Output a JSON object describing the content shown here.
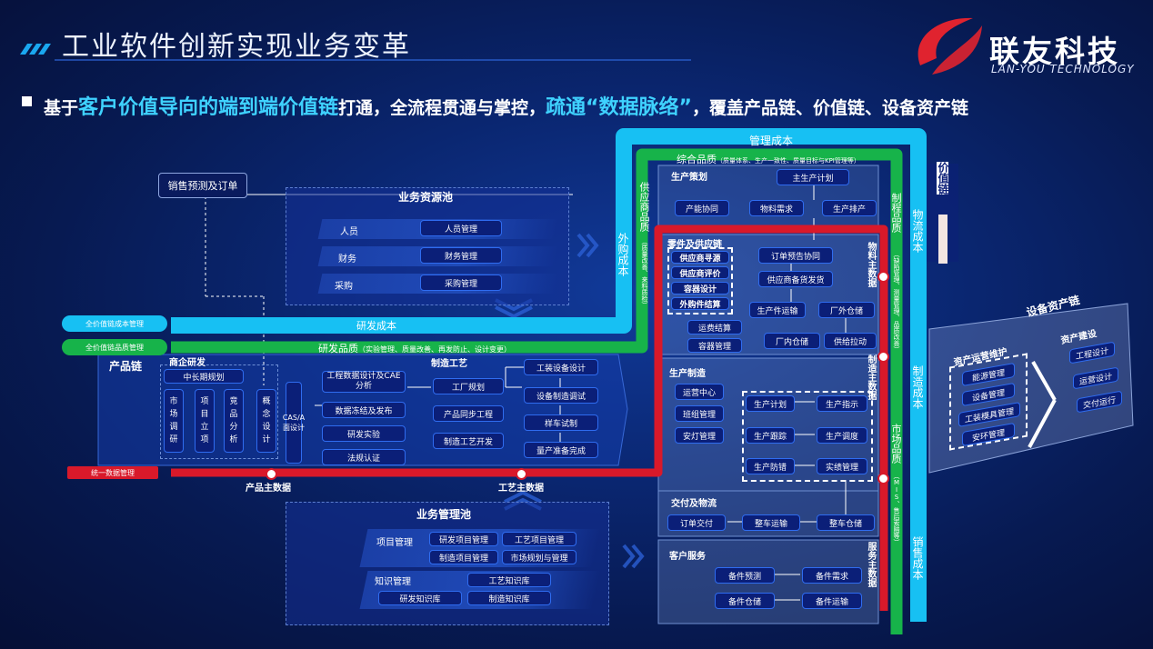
{
  "title": "工业软件创新实现业务变革",
  "logo": {
    "cn": "联友科技",
    "en": "LAN-YOU TECHNOLOGY"
  },
  "subtitle": {
    "p1": "基于",
    "h1": "客户价值导向的端到端价值链",
    "p2": "打通，全流程贯通与掌控，",
    "h2": "疏通“数据脉络”",
    "p3": "，覆盖产品链、价值链、设备资产链"
  },
  "colors": {
    "cyan": "#17c0f3",
    "green": "#17b34a",
    "red": "#d9192a",
    "box": "#0b1f78",
    "accent": "#3fd2ff"
  },
  "lanes": {
    "cost_top": "管理成本",
    "quality_top": "综合品质",
    "quality_top_note": "（质量体系、生产一致性、质量目标与KPI管理等）",
    "rd_cost": "研发成本",
    "rd_quality": "研发品质",
    "rd_quality_note": "（实验管理、质量改善、再发防止、设计变更）",
    "value_cost_pill": "全价值链成本管理",
    "value_quality_pill": "全价值链品质管理",
    "unified_data_pill": "统一数据管理",
    "purchase_cost": "外购成本",
    "supplier_quality": "供应商品质",
    "supplier_quality_note": "（质量改善、来料质检）",
    "process_quality": "制程品质",
    "process_quality_note": "（缺陷管理、测量管理、品质改善）",
    "logistics_cost": "物流成本",
    "manufacturing_cost": "制造成本",
    "market_quality": "市场品质",
    "market_quality_note": "（MIS、售后索赔等）",
    "sales_cost": "销售成本",
    "value_chain": "价值链",
    "product_chain": "产品链",
    "asset_chain": "设备资产链"
  },
  "sales_forecast": "销售预测及订单",
  "resource_pool": {
    "title": "业务资源池",
    "rows": [
      {
        "label": "人员",
        "box": "人员管理"
      },
      {
        "label": "财务",
        "box": "财务管理"
      },
      {
        "label": "采购",
        "box": "采购管理"
      }
    ]
  },
  "management_pool": {
    "title": "业务管理池",
    "project_label": "项目管理",
    "project_boxes": [
      "研发项目管理",
      "工艺项目管理",
      "制造项目管理",
      "市场规划与管理"
    ],
    "knowledge_label": "知识管理",
    "knowledge_boxes": [
      "工艺知识库",
      "研发知识库",
      "制造知识库"
    ]
  },
  "commercial_rd": {
    "title": "商企研发",
    "plan": "中长期规划",
    "vertical": [
      "市场调研",
      "项目立项",
      "竞品分析",
      "概念设计",
      "CAS/A面设计"
    ],
    "eng": [
      "工程数据设计及CAE分析",
      "数据冻结及发布",
      "研发实验",
      "法规认证"
    ]
  },
  "process_eng": {
    "title": "制造工艺",
    "boxes": [
      "工厂规划",
      "产品同步工程",
      "制造工艺开发"
    ],
    "equip": [
      "工装设备设计",
      "设备制造调试",
      "样车试制",
      "量产准备完成"
    ]
  },
  "master_data": {
    "product": "产品主数据",
    "process": "工艺主数据",
    "material": "物料主数据",
    "manufacturing": "制造主数据",
    "service": "服务主数据"
  },
  "production_planning": {
    "title": "生产策划",
    "master_plan": "主生产计划",
    "boxes": [
      "产能协同",
      "物料需求",
      "生产排产"
    ]
  },
  "supply": {
    "title": "零件及供应链",
    "left": [
      "供应商寻源",
      "供应商评价",
      "容器设计",
      "外购件结算"
    ],
    "center": [
      "订单预告协同",
      "供应商备货发货",
      "生产件运输",
      "厂外仓储"
    ],
    "bottom_left": [
      "运费结算",
      "容器管理"
    ],
    "bottom_center": [
      "厂内仓储",
      "供给拉动"
    ]
  },
  "manufacturing": {
    "title": "生产制造",
    "left": [
      "运营中心",
      "班组管理",
      "安灯管理"
    ],
    "grid": [
      "生产计划",
      "生产指示",
      "生产跟踪",
      "生产调度",
      "生产防错",
      "实绩管理"
    ]
  },
  "delivery": {
    "title": "交付及物流",
    "boxes": [
      "订单交付",
      "整车运输",
      "整车仓储"
    ]
  },
  "service": {
    "title": "客户服务",
    "boxes": [
      "备件预测",
      "备件需求",
      "备件仓储",
      "备件运输"
    ]
  },
  "asset": {
    "ops_title": "资产运营维护",
    "ops_boxes": [
      "能源管理",
      "设备管理",
      "工装模具管理",
      "安环管理"
    ],
    "build_title": "资产建设",
    "build_boxes": [
      "工程设计",
      "运营设计",
      "交付运行"
    ]
  }
}
